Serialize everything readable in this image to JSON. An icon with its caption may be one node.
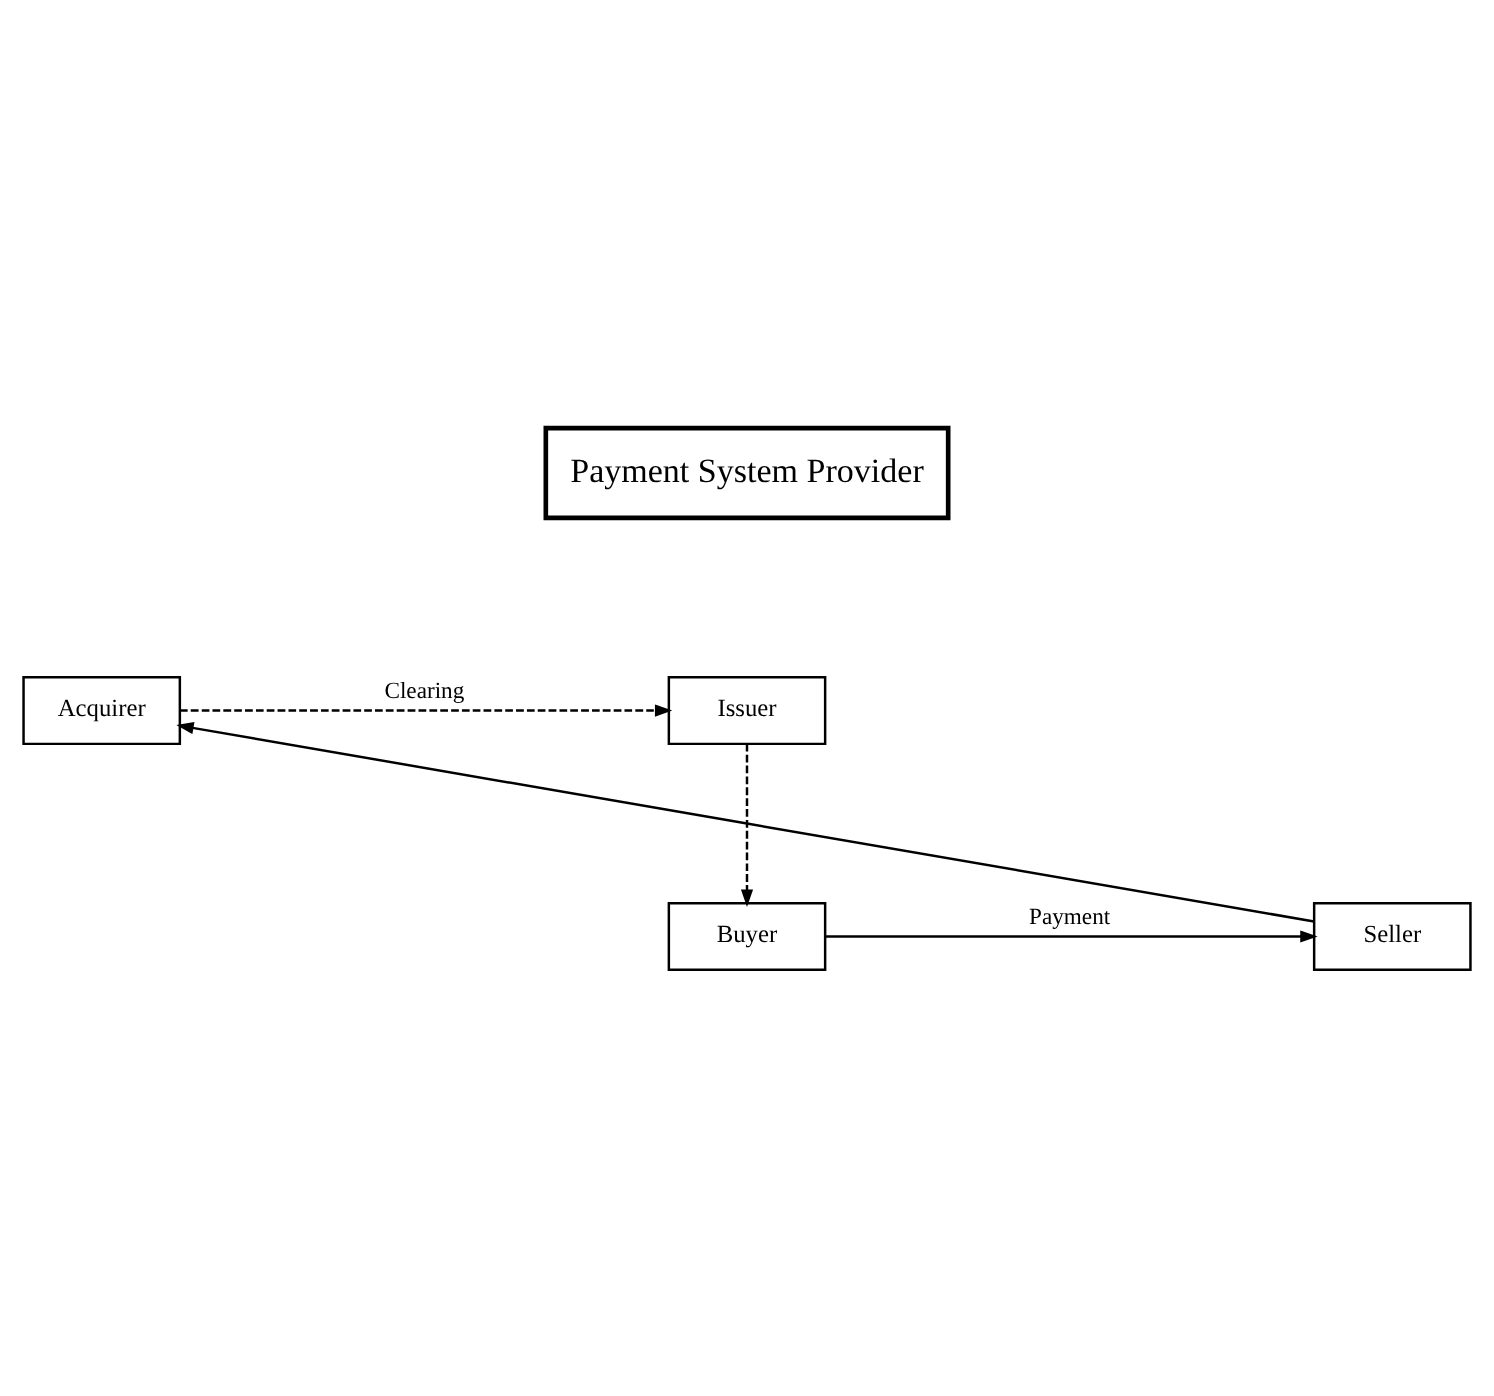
{
  "diagram": {
    "nodes": [
      {
        "text": [
          "Payment System Provider"
        ]
      },
      {
        "text": [
          "Issuer"
        ]
      },
      {
        "text": [
          "Acquirer"
        ]
      },
      {
        "text": [
          "Buyer"
        ]
      },
      {
        "text": [
          "Seller"
        ]
      }
    ],
    "edges": [
      {
        "from": 2,
        "to": 1,
        "arrow": "to",
        "style": "dashed",
        "label": "Clearing"
      },
      {
        "from": 1,
        "to": 3,
        "arrow": "to",
        "style": "dashed"
      },
      {
        "from": 3,
        "to": 4,
        "arrow": "to",
        "label": "Payment"
      },
      {
        "from": 4,
        "to": 2,
        "arrow": "to"
      }
    ]
  }
}
